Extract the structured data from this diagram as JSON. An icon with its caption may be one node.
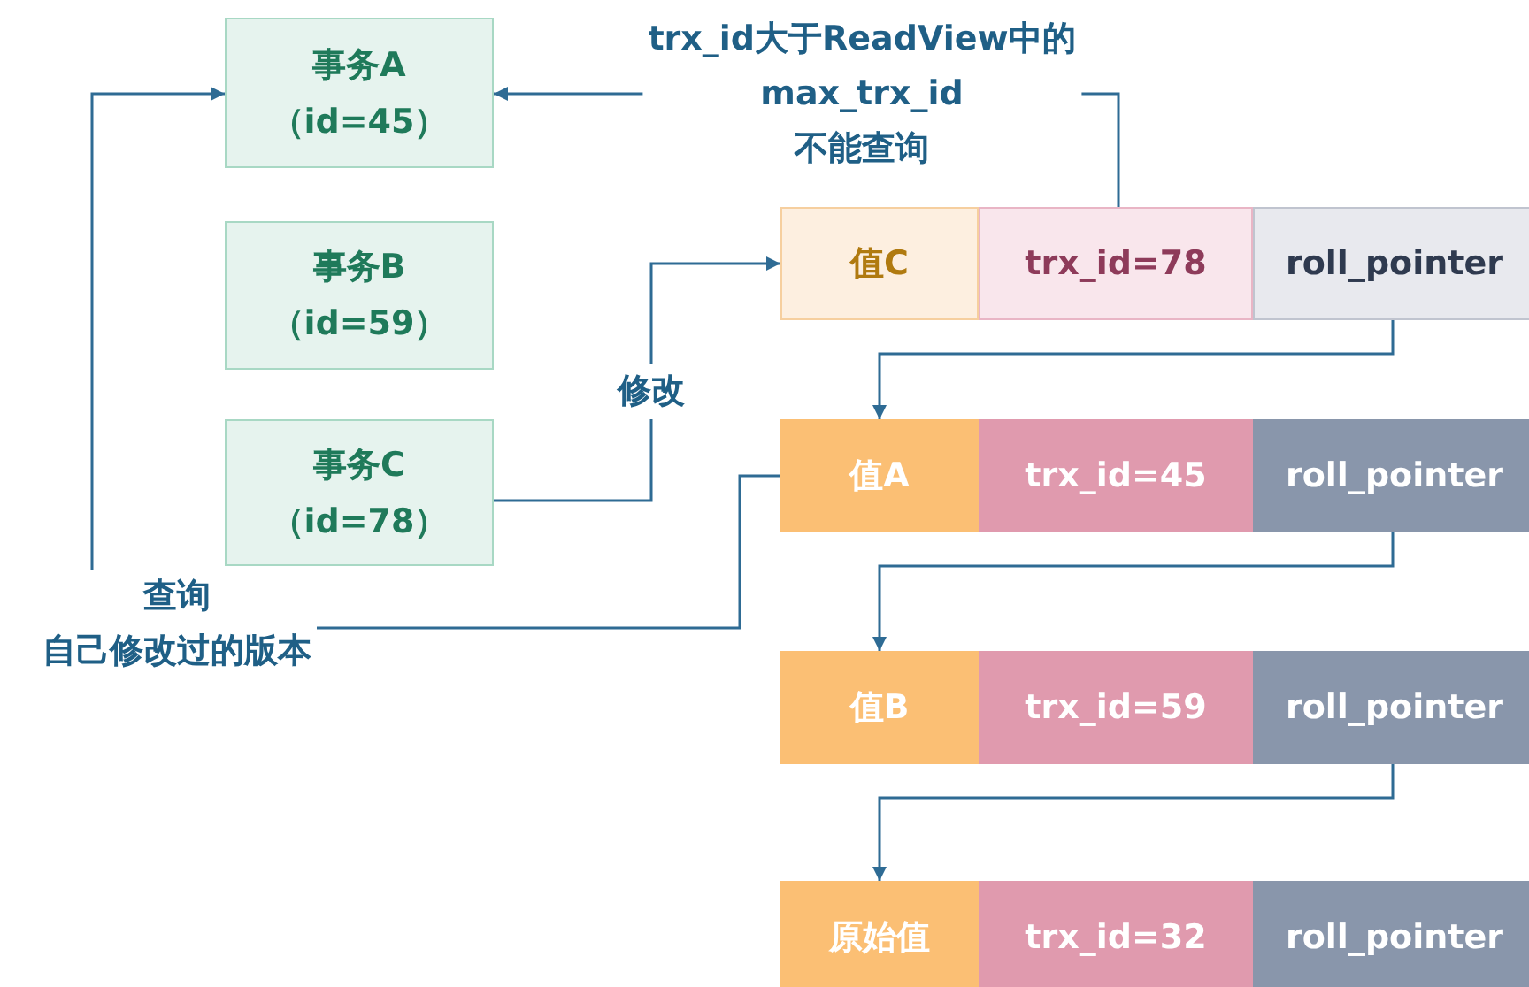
{
  "diagram": {
    "nodes": [
      {
        "text": [
          "事务A",
          "（id=45）"
        ]
      },
      {
        "text": [
          "事务B",
          "（id=59）"
        ]
      },
      {
        "text": [
          "事务C",
          "（id=78）"
        ]
      },
      {
        "text": [
          "值C"
        ]
      },
      {
        "text": [
          "trx_id=78"
        ]
      },
      {
        "text": [
          "roll_pointer"
        ]
      },
      {
        "text": [
          "值A"
        ]
      },
      {
        "text": [
          "trx_id=45"
        ]
      },
      {
        "text": [
          "roll_pointer"
        ]
      },
      {
        "text": [
          "值B"
        ]
      },
      {
        "text": [
          "trx_id=59"
        ]
      },
      {
        "text": [
          "roll_pointer"
        ]
      },
      {
        "text": [
          "原始值"
        ]
      },
      {
        "text": [
          "trx_id=32"
        ]
      },
      {
        "text": [
          "roll_pointer"
        ]
      }
    ],
    "edges": [
      {
        "from": 4,
        "to": 0,
        "arrow": "to",
        "label": "trx_id大于ReadView中的max_trx_id不能查询"
      },
      {
        "from": 2,
        "to": 3,
        "arrow": "to",
        "label": "修改"
      },
      {
        "from": 6,
        "to": 0,
        "arrow": "to",
        "label": "查询自己修改过的版本"
      },
      {
        "from": 5,
        "to": 6,
        "arrow": "to"
      },
      {
        "from": 8,
        "to": 9,
        "arrow": "to"
      },
      {
        "from": 11,
        "to": 12,
        "arrow": "to"
      }
    ]
  }
}
